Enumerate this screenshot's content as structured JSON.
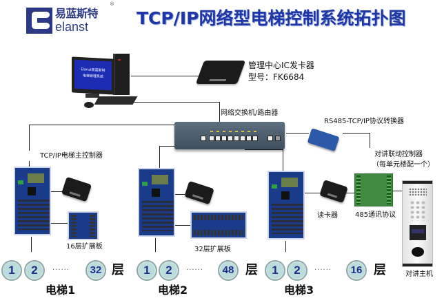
{
  "logo": {
    "brand_cn": "易蓝斯特",
    "brand_en": "elanst",
    "registered_mark": "®"
  },
  "title": "TCP/IP网络型电梯控制系统拓扑图",
  "pc": {
    "screen_line1": "Elanst易蓝斯特",
    "screen_line2": "电梯管理系统"
  },
  "card_issuer": {
    "label": "管理中心IC发卡器",
    "model": "型号：FK6684"
  },
  "switch": {
    "label": "网络交换机/路由器"
  },
  "converter": {
    "label": "RS485-TCP/IP协议转换器"
  },
  "main_controller": {
    "label": "TCP/IP电梯主控制器"
  },
  "linkage_controller": {
    "label": "对讲联动控制器",
    "note": "（每单元楼配一个）"
  },
  "card_reader": {
    "label": "读卡器"
  },
  "protocol": {
    "label": "485通讯协议"
  },
  "intercom_host": {
    "label": "对讲主机"
  },
  "expansion_16": {
    "label": "16层扩展板"
  },
  "expansion_32": {
    "label": "32层扩展板"
  },
  "floor_unit": "层",
  "ellipsis": "······",
  "elevators": [
    {
      "name": "电梯1",
      "floors": [
        "1",
        "2",
        "32"
      ]
    },
    {
      "name": "电梯2",
      "floors": [
        "1",
        "2",
        "48"
      ]
    },
    {
      "name": "电梯3",
      "floors": [
        "1",
        "2",
        "16"
      ]
    }
  ],
  "colors": {
    "title": "#1e36a6",
    "brand": "#2c3a85",
    "floor_circle": "#bcdcdc",
    "floor_text": "#1e2f8e"
  }
}
